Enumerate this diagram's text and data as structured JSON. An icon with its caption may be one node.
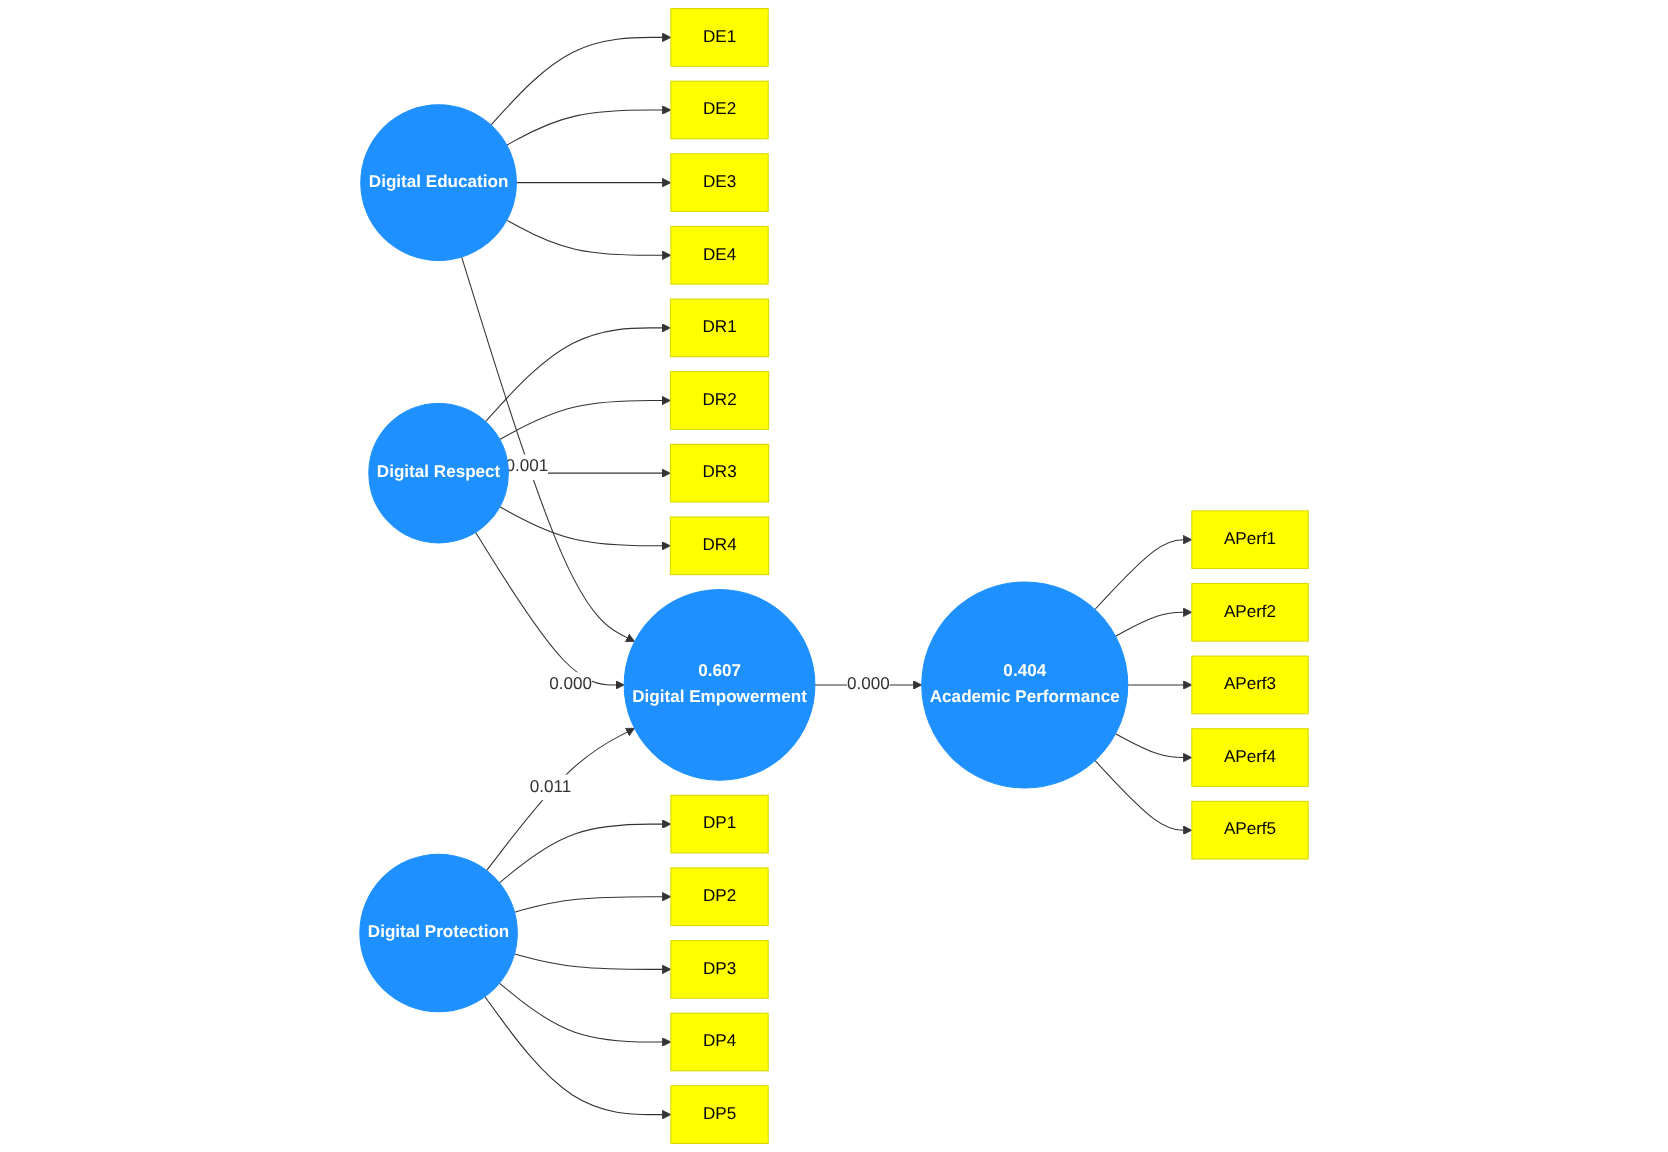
{
  "diagram": {
    "nodes": [
      {
        "text": [
          "DE1"
        ]
      },
      {
        "text": [
          "DE2"
        ]
      },
      {
        "text": [
          "DE3"
        ]
      },
      {
        "text": [
          "DE4"
        ]
      },
      {
        "text": [
          "Digital Education"
        ]
      },
      {
        "text": [
          "DR1"
        ]
      },
      {
        "text": [
          "DR2"
        ]
      },
      {
        "text": [
          "DR3"
        ]
      },
      {
        "text": [
          "DR4"
        ]
      },
      {
        "text": [
          "Digital Respect"
        ]
      },
      {
        "text": [
          "0.607",
          "Digital Empowerment"
        ]
      },
      {
        "text": [
          "0.404",
          "Academic Performance"
        ]
      },
      {
        "text": [
          "APerf1"
        ]
      },
      {
        "text": [
          "APerf2"
        ]
      },
      {
        "text": [
          "APerf3"
        ]
      },
      {
        "text": [
          "APerf4"
        ]
      },
      {
        "text": [
          "APerf5"
        ]
      },
      {
        "text": [
          "DP1"
        ]
      },
      {
        "text": [
          "DP2"
        ]
      },
      {
        "text": [
          "DP3"
        ]
      },
      {
        "text": [
          "DP4"
        ]
      },
      {
        "text": [
          "DP5"
        ]
      },
      {
        "text": [
          "Digital Protection"
        ]
      }
    ],
    "edges": [
      {
        "from": 4,
        "to": 0,
        "arrow": "to"
      },
      {
        "from": 4,
        "to": 1,
        "arrow": "to"
      },
      {
        "from": 4,
        "to": 2,
        "arrow": "to"
      },
      {
        "from": 4,
        "to": 3,
        "arrow": "to"
      },
      {
        "from": 4,
        "to": 10,
        "arrow": "to",
        "label": "0.001"
      },
      {
        "from": 9,
        "to": 5,
        "arrow": "to"
      },
      {
        "from": 9,
        "to": 6,
        "arrow": "to"
      },
      {
        "from": 9,
        "to": 7,
        "arrow": "to"
      },
      {
        "from": 9,
        "to": 8,
        "arrow": "to"
      },
      {
        "from": 9,
        "to": 10,
        "arrow": "to",
        "label": "0.000"
      },
      {
        "from": 10,
        "to": 11,
        "arrow": "to",
        "label": "0.000"
      },
      {
        "from": 11,
        "to": 12,
        "arrow": "to"
      },
      {
        "from": 11,
        "to": 13,
        "arrow": "to"
      },
      {
        "from": 11,
        "to": 14,
        "arrow": "to"
      },
      {
        "from": 11,
        "to": 15,
        "arrow": "to"
      },
      {
        "from": 11,
        "to": 16,
        "arrow": "to"
      },
      {
        "from": 22,
        "to": 17,
        "arrow": "to"
      },
      {
        "from": 22,
        "to": 18,
        "arrow": "to"
      },
      {
        "from": 22,
        "to": 19,
        "arrow": "to"
      },
      {
        "from": 22,
        "to": 20,
        "arrow": "to"
      },
      {
        "from": 22,
        "to": 21,
        "arrow": "to"
      },
      {
        "from": 22,
        "to": 10,
        "arrow": "to",
        "label": "0.011"
      }
    ]
  }
}
